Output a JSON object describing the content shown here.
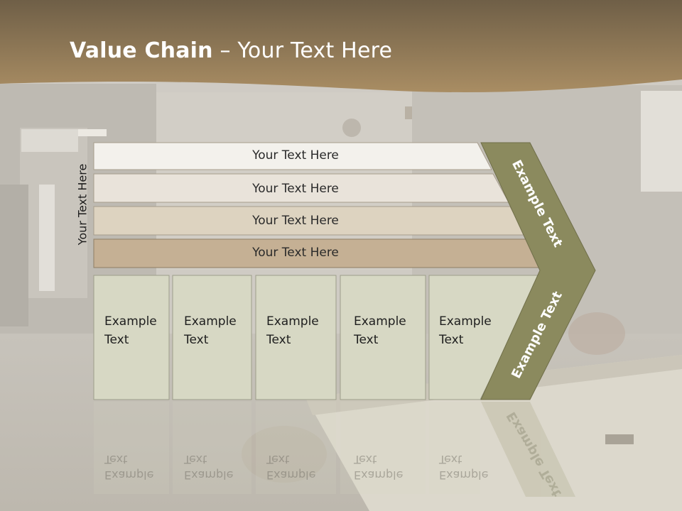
{
  "title": {
    "bold": "Value Chain",
    "rest": " – Your Text Here"
  },
  "side_label": "Your Text Here",
  "bars": [
    {
      "label": "Your Text Here"
    },
    {
      "label": "Your Text Here"
    },
    {
      "label": "Your Text Here"
    },
    {
      "label": "Your Text Here"
    }
  ],
  "boxes": [
    {
      "line1": "Example",
      "line2": "Text"
    },
    {
      "line1": "Example",
      "line2": "Text"
    },
    {
      "line1": "Example",
      "line2": "Text"
    },
    {
      "line1": "Example",
      "line2": "Text"
    },
    {
      "line1": "Example",
      "line2": "Text"
    }
  ],
  "chevron": {
    "upper_label": "Example Text",
    "lower_label": "Example Text"
  },
  "colors": {
    "header": "#8d7551",
    "bar1": "#f3f1ec",
    "bar2": "#e9e3da",
    "bar3": "#ddd3c0",
    "bar4": "#c5b094",
    "box": "#d7d8c4",
    "chevron": "#8b8a5e"
  }
}
